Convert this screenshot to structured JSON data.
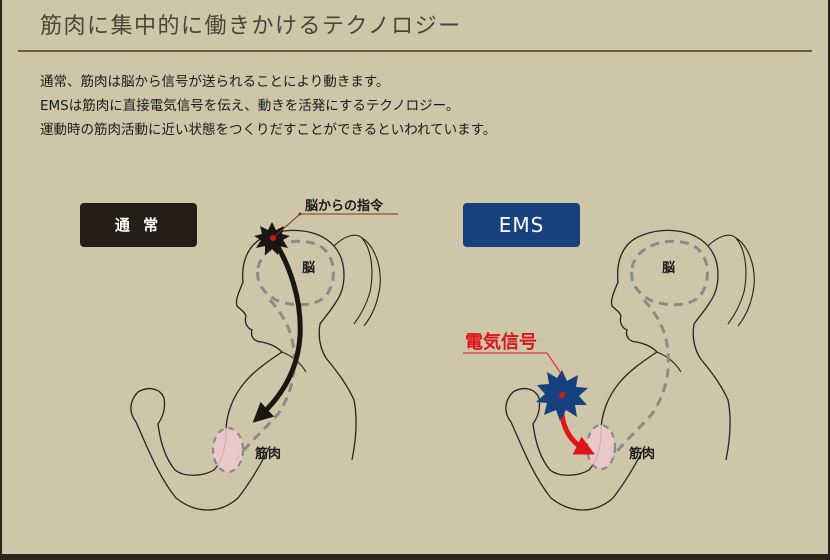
{
  "header": {
    "title": "筋肉に集中的に働きかけるテクノロジー"
  },
  "intro": {
    "lines": [
      "通常、筋肉は脳から信号が送られることにより動きます。",
      "EMSは筋肉に直接電気信号を伝え、動きを活発にするテクノロジー。",
      "運動時の筋肉活動に近い状態をつくりだすことができるといわれています。"
    ]
  },
  "panels": {
    "normal": {
      "badge": "通 常",
      "signal_label": "脳からの指令",
      "brain_label": "脳",
      "muscle_label": "筋肉"
    },
    "ems": {
      "badge": "EMS",
      "signal_label": "電気信号",
      "brain_label": "脳",
      "muscle_label": "筋肉"
    }
  },
  "colors": {
    "background": "#cdc6a9",
    "title": "#4b4536",
    "badge_normal": "#231f18",
    "badge_ems": "#17407f",
    "signal_red": "#e0141c",
    "muscle_pink": "#f0c8cf",
    "nerve_dash": "#8c8a86"
  }
}
